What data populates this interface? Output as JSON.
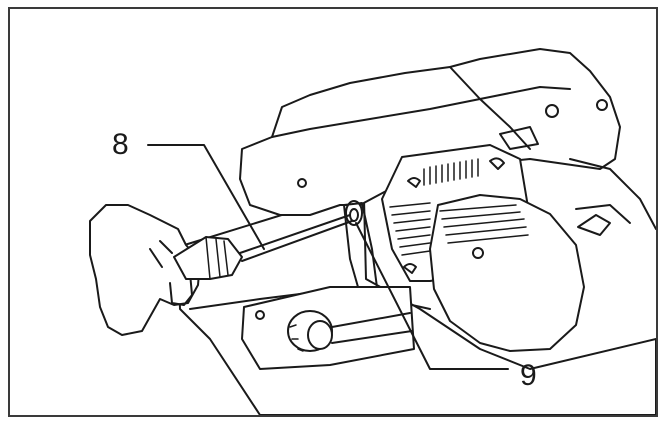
{
  "callouts": [
    {
      "id": "8",
      "label": "8"
    },
    {
      "id": "9",
      "label": "9"
    }
  ],
  "colors": {
    "line": "#1a1a1a",
    "frame": "#3a3a3a",
    "background": "#ffffff"
  }
}
